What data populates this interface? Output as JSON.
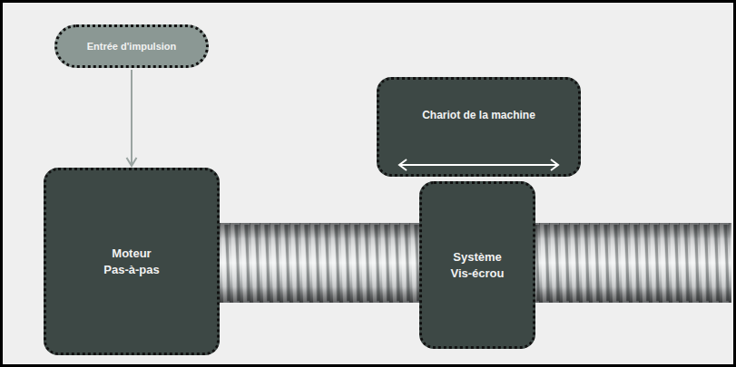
{
  "diagram": {
    "nodes": [
      {
        "text": [
          "Entrée d'impulsion"
        ]
      },
      {
        "text": [
          "Chariot de la machine"
        ]
      },
      {
        "text": [
          "Moteur Pas-à-pas"
        ]
      },
      {
        "text": [
          "Système Vis-écrou"
        ]
      }
    ],
    "edges": [
      {
        "from": 0,
        "to": 2,
        "arrow": "to"
      }
    ]
  }
}
